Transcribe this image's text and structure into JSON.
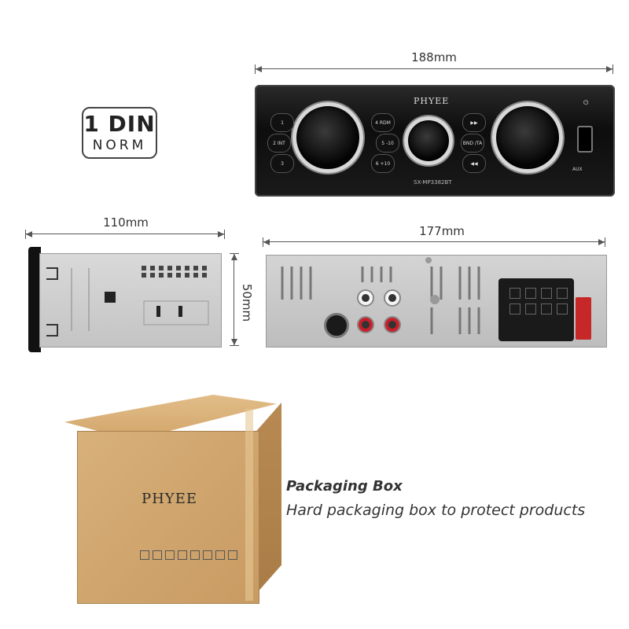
{
  "dimensions": {
    "front_width": "188mm",
    "side_depth": "110mm",
    "rear_width": "177mm",
    "height": "50mm"
  },
  "din_badge": {
    "line1": "1 DIN",
    "line2": "NORM"
  },
  "faceplate": {
    "brand": "PHYEE",
    "model": "SX-MP3382BT",
    "buttons": [
      "1",
      "2 INT",
      "3",
      "4 RDM",
      "5 -10",
      "6 +10",
      "BND /TA"
    ],
    "aux_label": "AUX"
  },
  "packaging": {
    "box_brand": "PHYEE",
    "title": "Packaging Box",
    "description": "Hard packaging box to protect products"
  },
  "colors": {
    "rca_red": "#c8202a",
    "rca_white": "#f5f5f5",
    "fuse_red": "#c62828",
    "cardboard": "#c89b62"
  }
}
